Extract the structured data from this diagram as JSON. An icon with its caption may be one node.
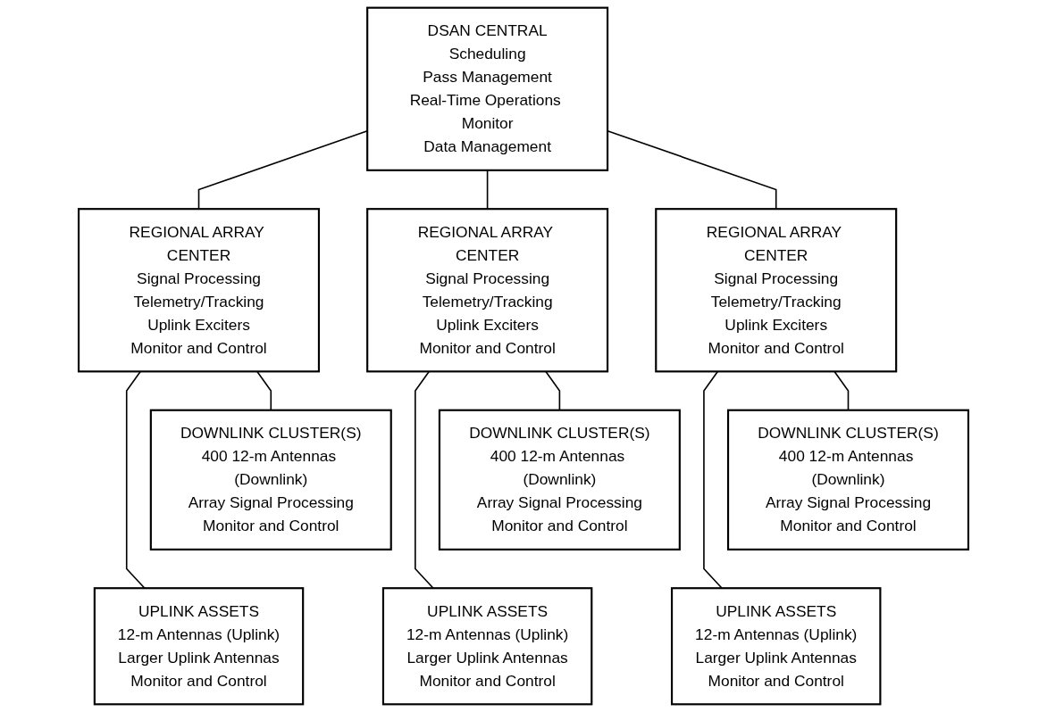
{
  "diagram": {
    "nodes": [
      {
        "text": [
          "DSAN CENTRAL",
          "Scheduling",
          "Pass Management",
          "Real-Time Operations Monitor",
          "Data Management"
        ]
      },
      {
        "text": [
          "REGIONAL ARRAY CENTER",
          "Signal Processing",
          "Telemetry/Tracking",
          "Uplink Exciters",
          "Monitor and Control"
        ]
      },
      {
        "text": [
          "DOWNLINK CLUSTER(S)",
          "400 12-m Antennas (Downlink)",
          "Array Signal Processing",
          "Monitor and Control"
        ]
      },
      {
        "text": [
          "UPLINK ASSETS",
          "12-m Antennas (Uplink)",
          "Larger Uplink Antennas",
          "Monitor and Control"
        ]
      },
      {
        "text": [
          "REGIONAL ARRAY CENTER",
          "Signal Processing",
          "Telemetry/Tracking",
          "Uplink Exciters",
          "Monitor and Control"
        ]
      },
      {
        "text": [
          "DOWNLINK CLUSTER(S)",
          "400 12-m Antennas (Downlink)",
          "Array Signal Processing",
          "Monitor and Control"
        ]
      },
      {
        "text": [
          "UPLINK ASSETS",
          "12-m Antennas (Uplink)",
          "Larger Uplink Antennas",
          "Monitor and Control"
        ]
      },
      {
        "text": [
          "REGIONAL ARRAY CENTER",
          "Signal Processing",
          "Telemetry/Tracking",
          "Uplink Exciters",
          "Monitor and Control"
        ]
      },
      {
        "text": [
          "DOWNLINK CLUSTER(S)",
          "400 12-m Antennas (Downlink)",
          "Array Signal Processing",
          "Monitor and Control"
        ]
      },
      {
        "text": [
          "UPLINK ASSETS",
          "12-m Antennas (Uplink)",
          "Larger Uplink Antennas",
          "Monitor and Control"
        ]
      }
    ],
    "edges": [
      {
        "from": 0,
        "to": 1,
        "arrow": "none"
      },
      {
        "from": 0,
        "to": 4,
        "arrow": "none"
      },
      {
        "from": 0,
        "to": 7,
        "arrow": "none"
      },
      {
        "from": 1,
        "to": 2,
        "arrow": "none"
      },
      {
        "from": 1,
        "to": 3,
        "arrow": "none"
      },
      {
        "from": 4,
        "to": 5,
        "arrow": "none"
      },
      {
        "from": 4,
        "to": 6,
        "arrow": "none"
      },
      {
        "from": 7,
        "to": 8,
        "arrow": "none"
      },
      {
        "from": 7,
        "to": 9,
        "arrow": "none"
      }
    ]
  }
}
